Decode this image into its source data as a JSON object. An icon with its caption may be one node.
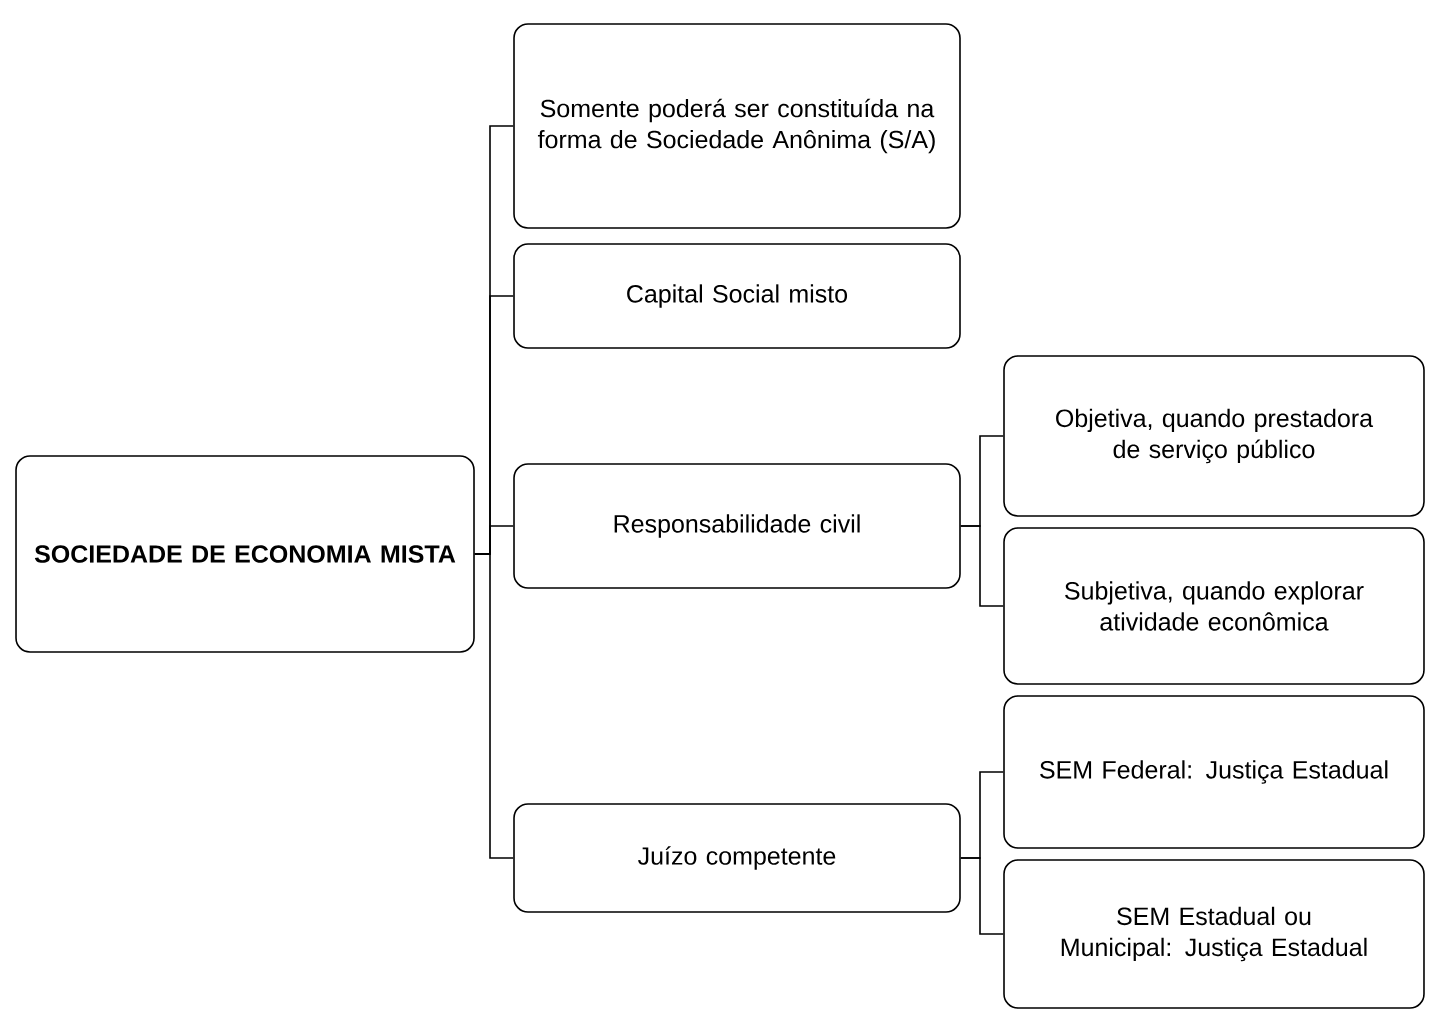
{
  "diagram": {
    "nodes": [
      {
        "text": [
          "SOCIEDADE DE ECONOMIA MISTA"
        ]
      },
      {
        "text": [
          "Somente poderá ser constituída na forma de Sociedade Anônima (S/A)"
        ]
      },
      {
        "text": [
          "Capital Social misto"
        ]
      },
      {
        "text": [
          "Responsabilidade civil"
        ]
      },
      {
        "text": [
          "Objetiva, quando prestadora de serviço público"
        ]
      },
      {
        "text": [
          "Subjetiva, quando explorar atividade econômica"
        ]
      },
      {
        "text": [
          "Juízo competente"
        ]
      },
      {
        "text": [
          "SEM Federal: Justiça Estadual"
        ]
      },
      {
        "text": [
          "SEM Estadual ou Municipal: Justiça Estadual"
        ]
      }
    ],
    "edges": [
      {
        "from": 0,
        "to": 1,
        "arrow": "none"
      },
      {
        "from": 0,
        "to": 2,
        "arrow": "none"
      },
      {
        "from": 0,
        "to": 3,
        "arrow": "none"
      },
      {
        "from": 0,
        "to": 6,
        "arrow": "none"
      },
      {
        "from": 3,
        "to": 4,
        "arrow": "none"
      },
      {
        "from": 3,
        "to": 5,
        "arrow": "none"
      },
      {
        "from": 6,
        "to": 7,
        "arrow": "none"
      },
      {
        "from": 6,
        "to": 8,
        "arrow": "none"
      }
    ]
  }
}
